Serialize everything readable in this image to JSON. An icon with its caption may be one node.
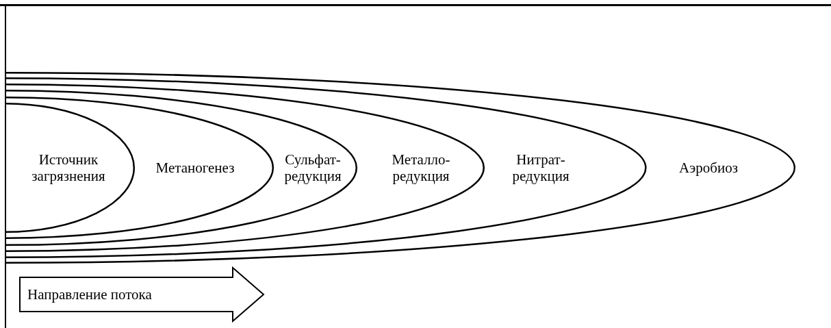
{
  "diagram": {
    "nodes": [
      {
        "text": [
          "Аэробиоз"
        ]
      },
      {
        "text": [
          "Нитрат- редукция"
        ],
        "in": 0
      },
      {
        "text": [
          "Металло- редукция"
        ],
        "in": 1
      },
      {
        "text": [
          "Сульфат- редукция"
        ],
        "in": 2
      },
      {
        "text": [
          "Метаногенез"
        ],
        "in": 3
      },
      {
        "text": [
          "Источник загрязнения"
        ],
        "in": 4
      },
      {
        "text": [
          "Направление потока"
        ]
      }
    ]
  }
}
